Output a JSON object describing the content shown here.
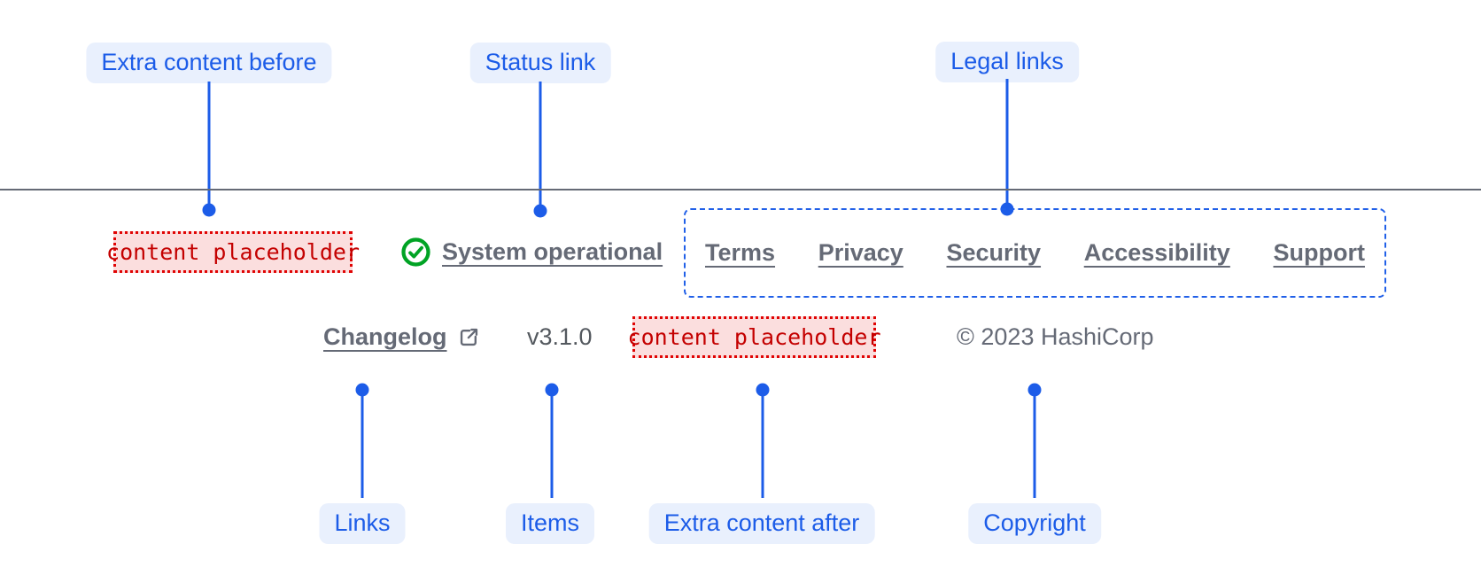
{
  "colors": {
    "annotation_blue": "#1c5ce8",
    "annotation_pill_bg": "#e9f0fd",
    "divider_gray": "#656a76",
    "link_gray": "#656a76",
    "version_gray": "#54595f",
    "placeholder_text_red": "#c40000",
    "placeholder_bg": "#fbdede",
    "placeholder_border_red": "#e00404",
    "legal_box_border_blue": "#2160e8",
    "success_green": "#00a324"
  },
  "annotations": {
    "top": [
      {
        "label": "Extra content before"
      },
      {
        "label": "Status link"
      },
      {
        "label": "Legal links"
      }
    ],
    "bottom": [
      {
        "label": "Links"
      },
      {
        "label": "Items"
      },
      {
        "label": "Extra content after"
      },
      {
        "label": "Copyright"
      }
    ]
  },
  "footer": {
    "extra_content_before": "content placeholder",
    "status": {
      "label": "System operational",
      "icon": "check-circle-icon"
    },
    "legal_links": [
      "Terms",
      "Privacy",
      "Security",
      "Accessibility",
      "Support"
    ],
    "links": [
      {
        "label": "Changelog",
        "icon": "external-link-icon"
      }
    ],
    "version": "v3.1.0",
    "extra_content_after": "content placeholder",
    "copyright": "© 2023 HashiCorp"
  }
}
